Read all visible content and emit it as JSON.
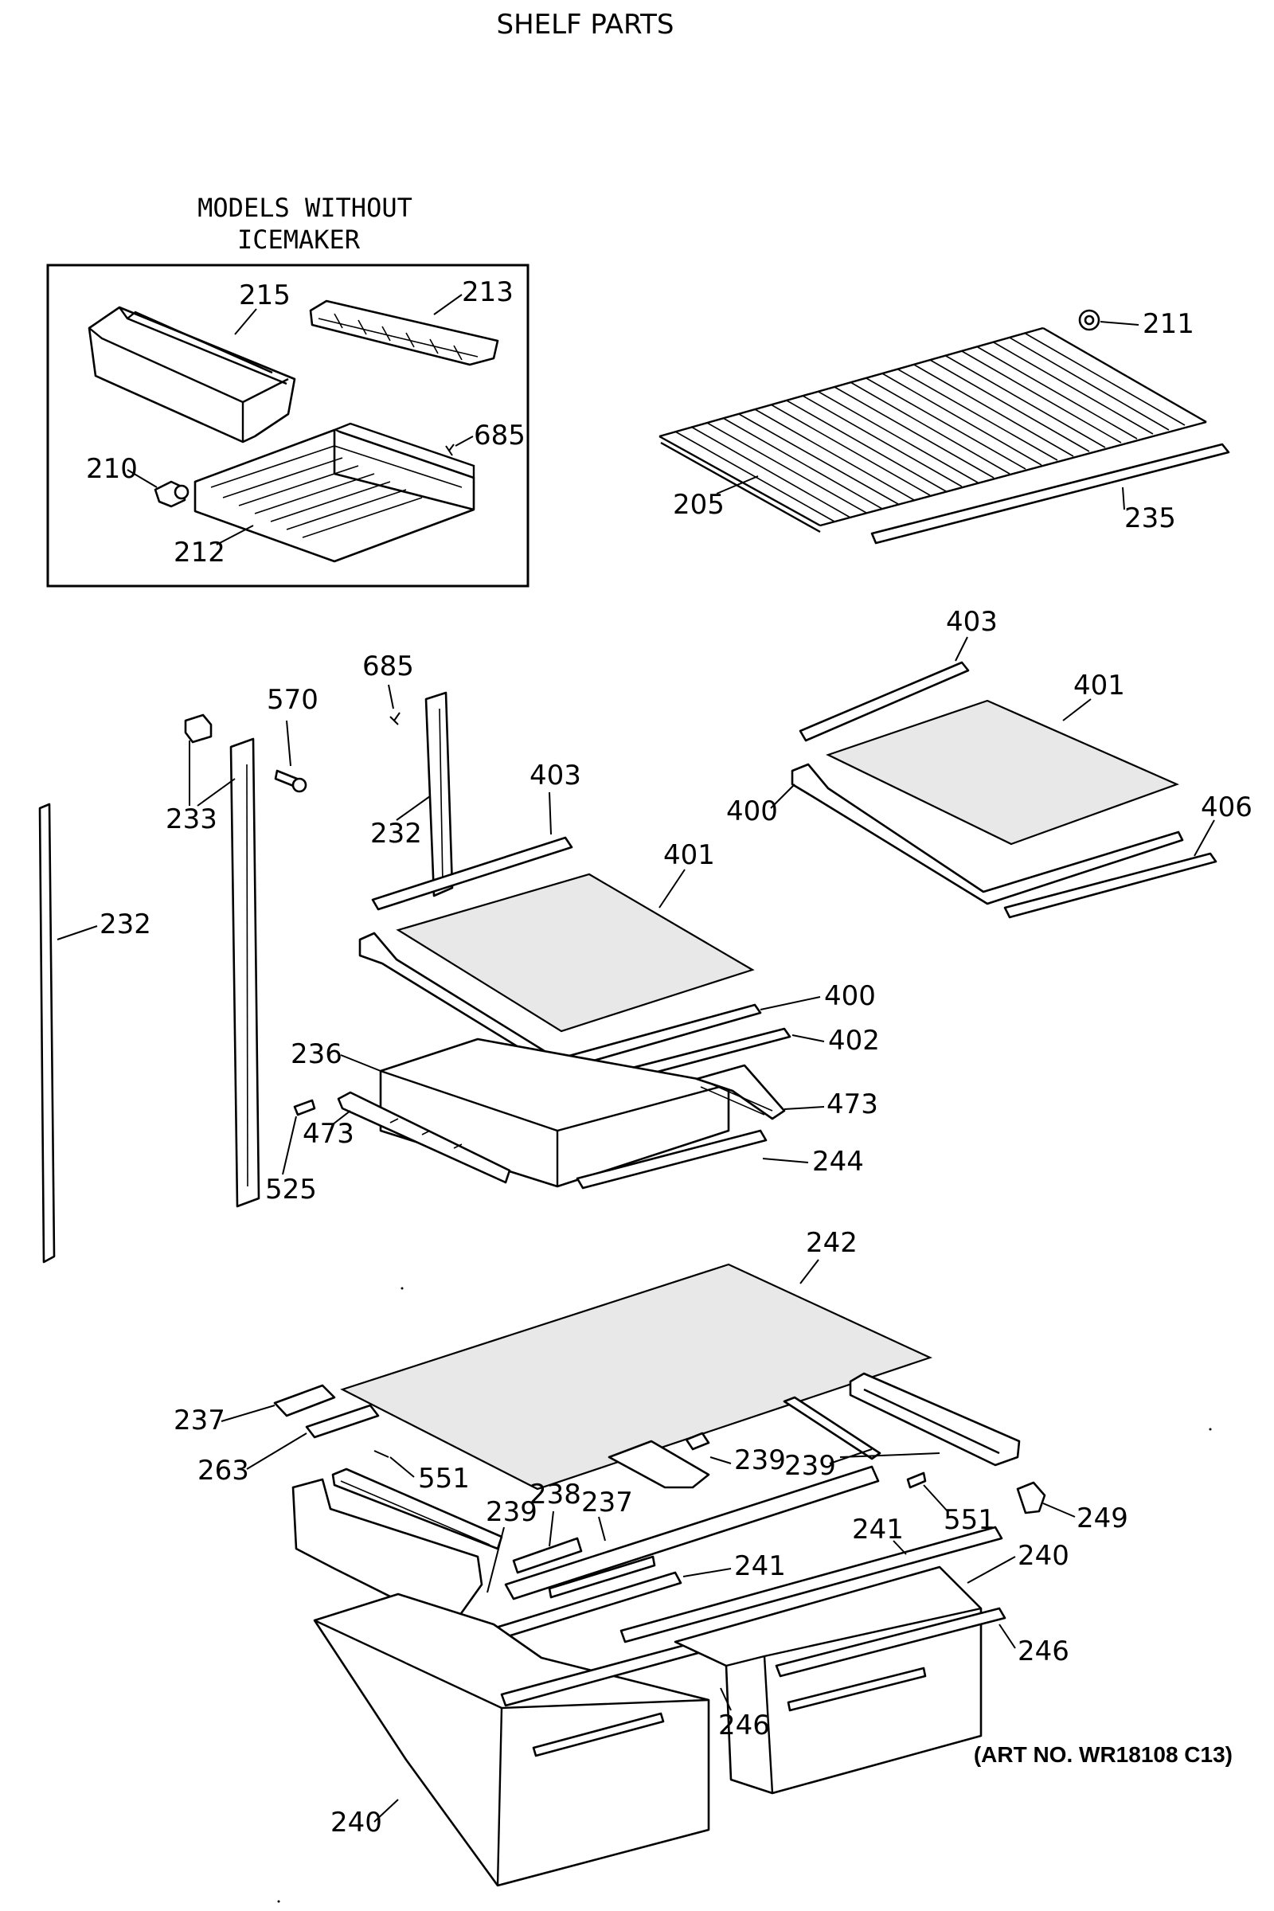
{
  "title": "SHELF PARTS",
  "inset": {
    "title_line1": "MODELS WITHOUT",
    "title_line2": "ICEMAKER",
    "labels": [
      "215",
      "213",
      "685",
      "210",
      "212"
    ]
  },
  "callouts": {
    "c211": "211",
    "c205": "205",
    "c235": "235",
    "c403a": "403",
    "c401a": "401",
    "c400a": "400",
    "c406": "406",
    "c685": "685",
    "c570": "570",
    "c233": "233",
    "c232a": "232",
    "c232b": "232",
    "c403b": "403",
    "c401b": "401",
    "c400b": "400",
    "c402": "402",
    "c236": "236",
    "c473a": "473",
    "c473b": "473",
    "c525": "525",
    "c244": "244",
    "c242": "242",
    "c237a": "237",
    "c263": "263",
    "c551a": "551",
    "c239a": "239",
    "c239b": "239",
    "c239c": "239",
    "c238": "238",
    "c237b": "237",
    "c551b": "551",
    "c249": "249",
    "c241a": "241",
    "c241b": "241",
    "c240a": "240",
    "c240b": "240",
    "c246a": "246",
    "c246b": "246"
  },
  "art_number": "(ART NO. WR18108 C13)"
}
